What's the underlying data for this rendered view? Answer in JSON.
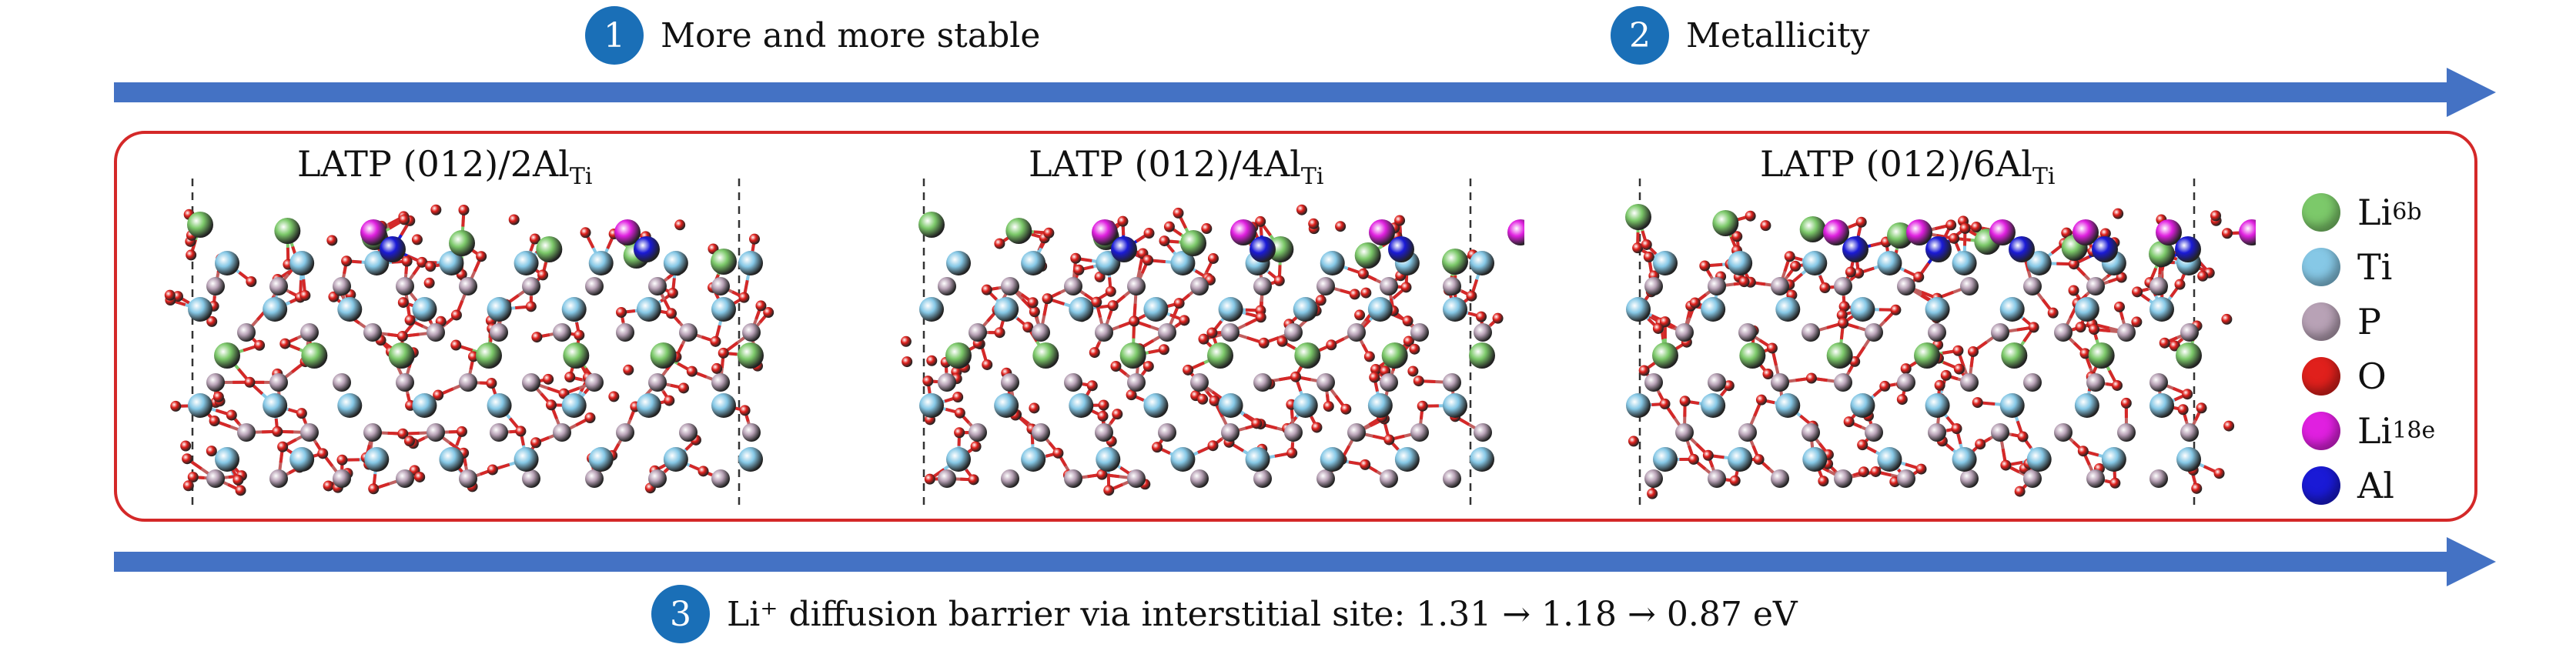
{
  "steps": [
    {
      "num": "1",
      "label": "More and more stable"
    },
    {
      "num": "2",
      "label": "Metallicity"
    },
    {
      "num": "3",
      "label": "Li⁺ diffusion barrier via interstitial site: 1.31 → 1.18 → 0.87 eV"
    }
  ],
  "structures": [
    {
      "title_main": "LATP (012)/2Al",
      "title_sub": "Ti",
      "al_count": 2
    },
    {
      "title_main": "LATP (012)/4Al",
      "title_sub": "Ti",
      "al_count": 4
    },
    {
      "title_main": "LATP (012)/6Al",
      "title_sub": "Ti",
      "al_count": 6
    }
  ],
  "legend": [
    {
      "main": "Li",
      "sub": "6b",
      "color": "#7cc96a"
    },
    {
      "main": "Ti",
      "sub": "",
      "color": "#86c8e6"
    },
    {
      "main": "P",
      "sub": "",
      "color": "#b8a2b6"
    },
    {
      "main": "O",
      "sub": "",
      "color": "#e0201c"
    },
    {
      "main": "Li",
      "sub": "18e",
      "color": "#e020e0"
    },
    {
      "main": "Al",
      "sub": "",
      "color": "#1a1ad6"
    }
  ],
  "colors": {
    "accent": "#1a6fb7",
    "arrow": "#4472c4",
    "panel_border": "#d42828"
  }
}
